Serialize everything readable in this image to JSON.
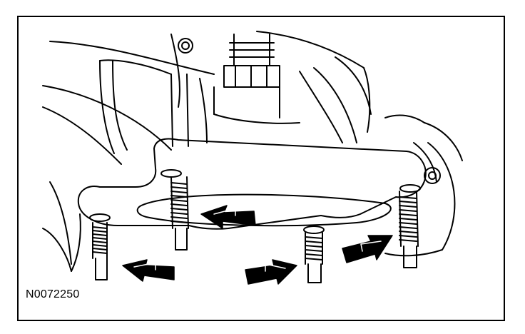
{
  "figure": {
    "reference_id": "N0072250",
    "stroke_color": "#000000",
    "background_color": "#ffffff",
    "arrow_count": 4,
    "stud_count": 4
  }
}
